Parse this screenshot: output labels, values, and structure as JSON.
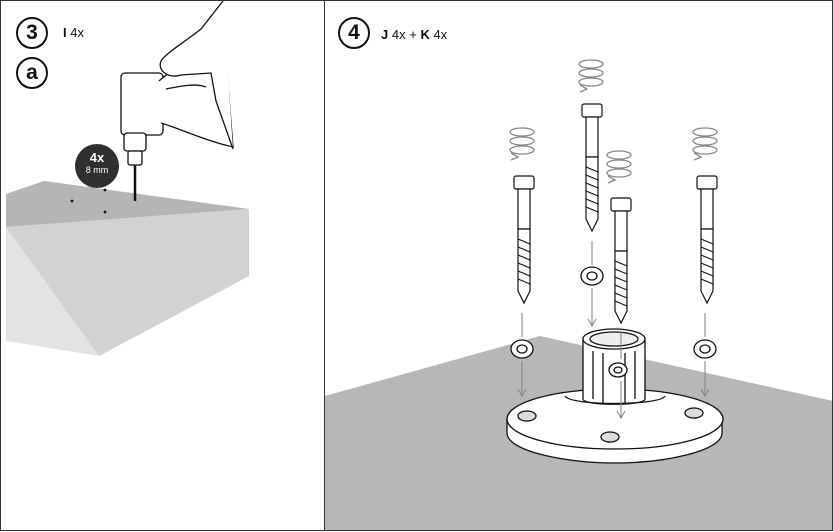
{
  "step3": {
    "number": "3",
    "part_letter": "I",
    "part_qty": "4x",
    "sub_step": "a"
  },
  "drill_callout": {
    "count": "4x",
    "size": "8 mm"
  },
  "step4": {
    "number": "4",
    "part1_letter": "J",
    "part1_qty": "4x",
    "plus": "+",
    "part2_letter": "K",
    "part2_qty": "4x"
  },
  "colors": {
    "surface": "#b7b7b7",
    "surface_front": "#e3e3e3",
    "line": "#1a1a1a",
    "callout": "#2f2f2f"
  },
  "icons": [
    "drill-icon",
    "hand-icon",
    "rotate-arrow-icon",
    "lag-screw-icon",
    "washer-icon",
    "flange-base-icon"
  ]
}
